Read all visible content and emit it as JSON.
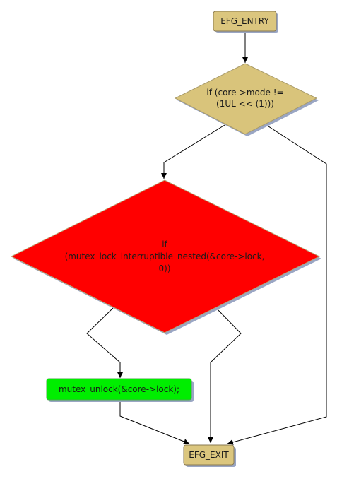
{
  "colors": {
    "terminal_fill": "#dbc67e",
    "terminal_stroke": "#8a7a50",
    "decision_fill": "#d9c47b",
    "decision_stroke": "#a89a6a",
    "condition_fill": "#ff0000",
    "condition_stroke": "#b8a070",
    "action_fill": "#00ee00",
    "action_stroke": "#4aa84a",
    "shadow": "#9aa6c4",
    "edge": "#000000"
  },
  "nodes": {
    "entry": {
      "label": "EFG_ENTRY"
    },
    "mode_check": {
      "lines": [
        "if (core->mode !=",
        "(1UL << (1)))"
      ]
    },
    "lock_check": {
      "lines": [
        "if",
        "(mutex_lock_interruptible_nested(&core->lock,",
        "0))"
      ]
    },
    "unlock": {
      "label": "mutex_unlock(&core->lock);"
    },
    "exit": {
      "label": "EFG_EXIT"
    }
  }
}
